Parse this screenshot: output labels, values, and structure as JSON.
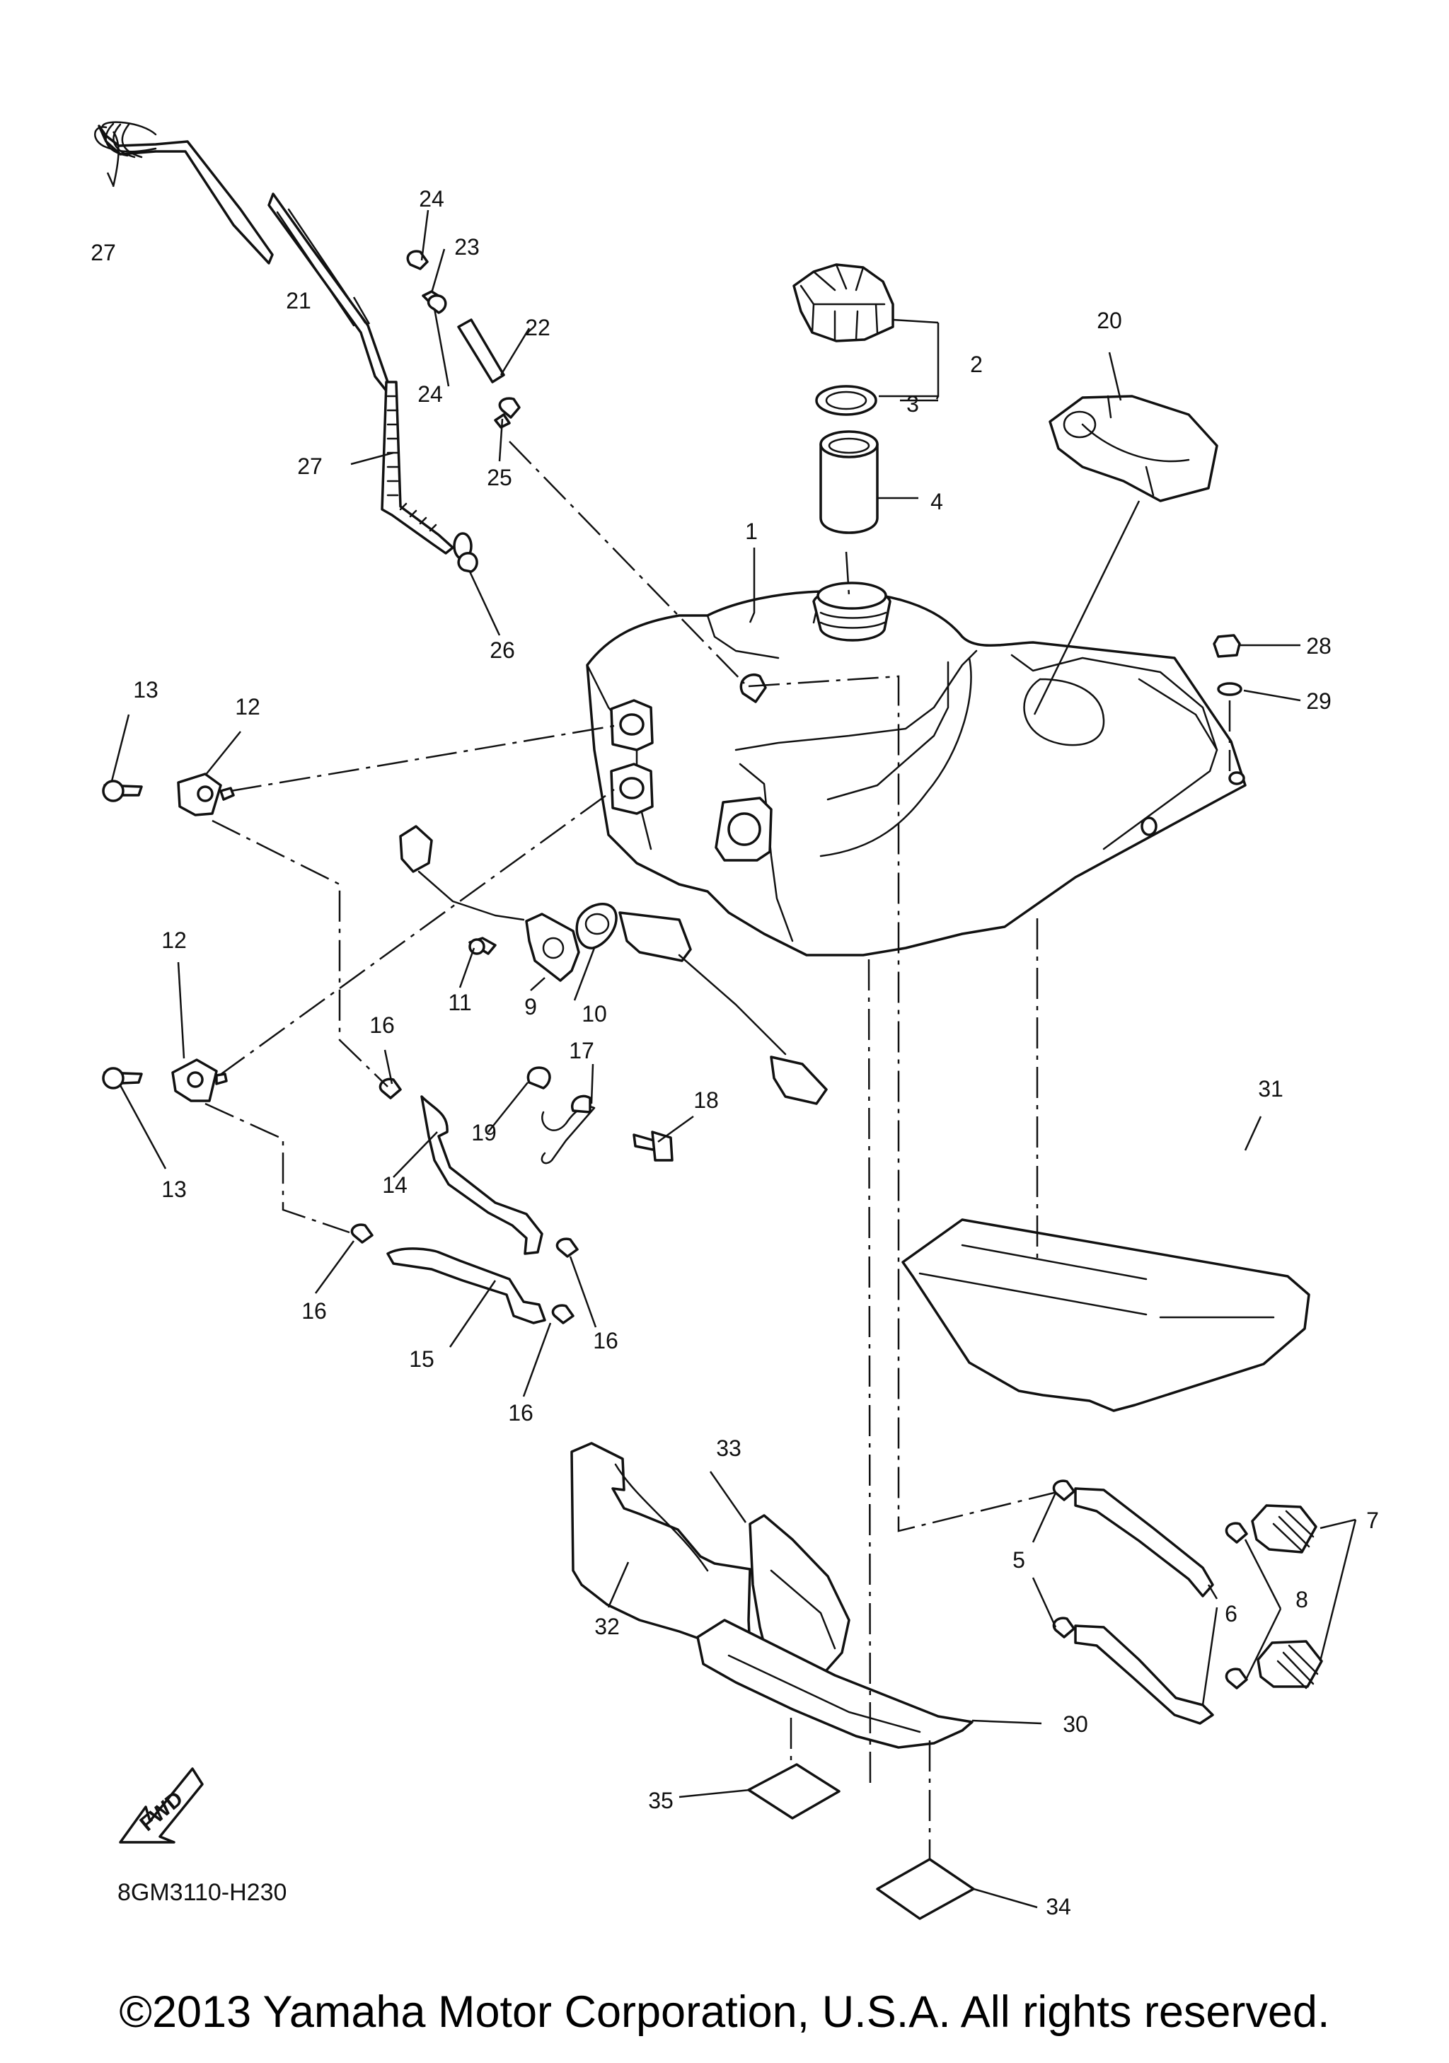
{
  "diagram": {
    "drawing_code": "8GM3110-H230",
    "copyright": "©2013 Yamaha Motor Corporation, U.S.A. All rights reserved.",
    "fwd_label": "FWD",
    "callouts": [
      {
        "id": "c1",
        "text": "1"
      },
      {
        "id": "c2",
        "text": "2"
      },
      {
        "id": "c3",
        "text": "3"
      },
      {
        "id": "c4",
        "text": "4"
      },
      {
        "id": "c5",
        "text": "5"
      },
      {
        "id": "c6",
        "text": "6"
      },
      {
        "id": "c7",
        "text": "7"
      },
      {
        "id": "c8",
        "text": "8"
      },
      {
        "id": "c9",
        "text": "9"
      },
      {
        "id": "c10",
        "text": "10"
      },
      {
        "id": "c11",
        "text": "11"
      },
      {
        "id": "c12a",
        "text": "12"
      },
      {
        "id": "c12b",
        "text": "12"
      },
      {
        "id": "c13a",
        "text": "13"
      },
      {
        "id": "c13b",
        "text": "13"
      },
      {
        "id": "c14",
        "text": "14"
      },
      {
        "id": "c15",
        "text": "15"
      },
      {
        "id": "c16a",
        "text": "16"
      },
      {
        "id": "c16b",
        "text": "16"
      },
      {
        "id": "c16c",
        "text": "16"
      },
      {
        "id": "c16d",
        "text": "16"
      },
      {
        "id": "c17",
        "text": "17"
      },
      {
        "id": "c18",
        "text": "18"
      },
      {
        "id": "c19",
        "text": "19"
      },
      {
        "id": "c20",
        "text": "20"
      },
      {
        "id": "c21",
        "text": "21"
      },
      {
        "id": "c22",
        "text": "22"
      },
      {
        "id": "c23",
        "text": "23"
      },
      {
        "id": "c24a",
        "text": "24"
      },
      {
        "id": "c24b",
        "text": "24"
      },
      {
        "id": "c25",
        "text": "25"
      },
      {
        "id": "c26",
        "text": "26"
      },
      {
        "id": "c27a",
        "text": "27"
      },
      {
        "id": "c27b",
        "text": "27"
      },
      {
        "id": "c28",
        "text": "28"
      },
      {
        "id": "c29",
        "text": "29"
      },
      {
        "id": "c30",
        "text": "30"
      },
      {
        "id": "c31",
        "text": "31"
      },
      {
        "id": "c32",
        "text": "32"
      },
      {
        "id": "c33",
        "text": "33"
      },
      {
        "id": "c34",
        "text": "34"
      },
      {
        "id": "c35",
        "text": "35"
      }
    ]
  }
}
